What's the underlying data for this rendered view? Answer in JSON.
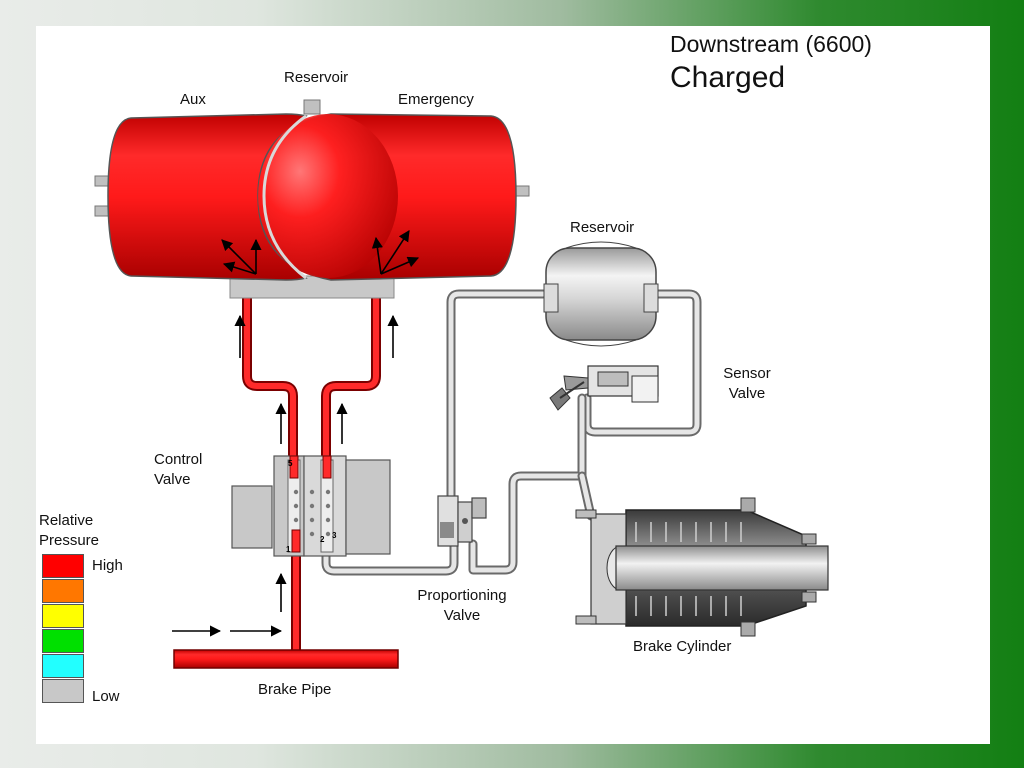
{
  "header": {
    "subtitle": "Downstream (6600)",
    "state": "Charged"
  },
  "labels": {
    "reservoir_top": "Reservoir",
    "aux": "Aux",
    "emergency": "Emergency",
    "reservoir_small": "Reservoir",
    "sensor_valve_line1": "Sensor",
    "sensor_valve_line2": "Valve",
    "control_valve_line1": "Control",
    "control_valve_line2": "Valve",
    "proportioning_line1": "Proportioning",
    "proportioning_line2": "Valve",
    "brake_cylinder": "Brake Cylinder",
    "brake_pipe": "Brake Pipe",
    "port_1": "1",
    "port_2": "2",
    "port_3": "3",
    "port_5": "5"
  },
  "legend": {
    "title_line1": "Relative",
    "title_line2": "Pressure",
    "high": "High",
    "low": "Low",
    "colors": [
      "#ff0000",
      "#ff7700",
      "#ffff00",
      "#00e000",
      "#22ffff",
      "#c8c8c8"
    ]
  },
  "colors": {
    "charged": "#e8141a",
    "low": "#c8c8c8",
    "background_green": "#137f13"
  }
}
